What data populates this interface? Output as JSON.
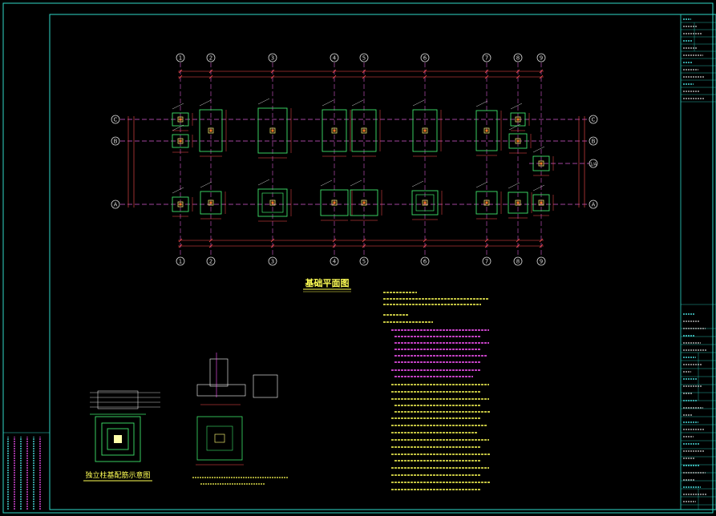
{
  "colors": {
    "background": "#000000",
    "frame": "#2fd9c8",
    "axis_line": "#d65ad0",
    "footing_outline": "#3ee46a",
    "column_box": "#e8e36a",
    "column_core": "#f07b1f",
    "dimension": "#ff4d4d",
    "grid_bubble": "#d8d8d8",
    "title": "#ffff55",
    "note_text": "#ffff55",
    "note_magenta": "#ff55ff",
    "note_cyan": "#55ffff"
  },
  "plan": {
    "column_grid_labels": [
      "1",
      "2",
      "3",
      "4",
      "5",
      "6",
      "7",
      "8",
      "9"
    ],
    "row_grid_labels_left": [
      "C",
      "B",
      "A"
    ],
    "row_grid_labels_right": [
      "C",
      "B",
      "1/A",
      "A"
    ],
    "title": "基础平面图"
  },
  "details": {
    "detail_title": "独立柱基配筋示意图"
  }
}
